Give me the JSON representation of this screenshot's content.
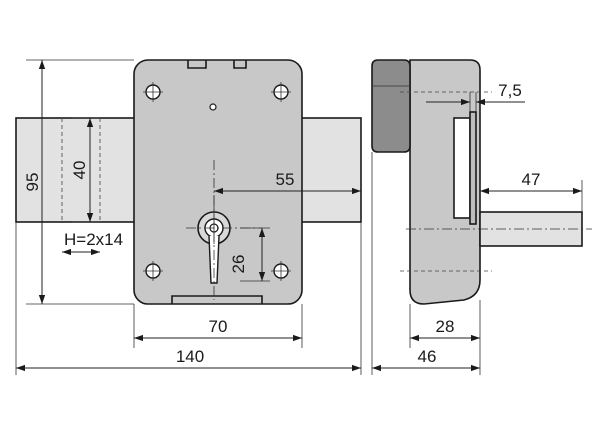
{
  "dimensions": {
    "height_total": "95",
    "bolt_height": "40",
    "bolt_spec": "H=2x14",
    "backset": "55",
    "cylinder_offset": "26",
    "hole_spacing": "70",
    "total_width": "140",
    "side_offset": "7,5",
    "bolt_projection": "47",
    "case_depth": "28",
    "total_depth": "46"
  },
  "colors": {
    "body_fill": "#c8c8c8",
    "bolt_fill": "#e2e2e2",
    "cap_fill": "#8c8c8c",
    "line": "#1a1a1a"
  }
}
